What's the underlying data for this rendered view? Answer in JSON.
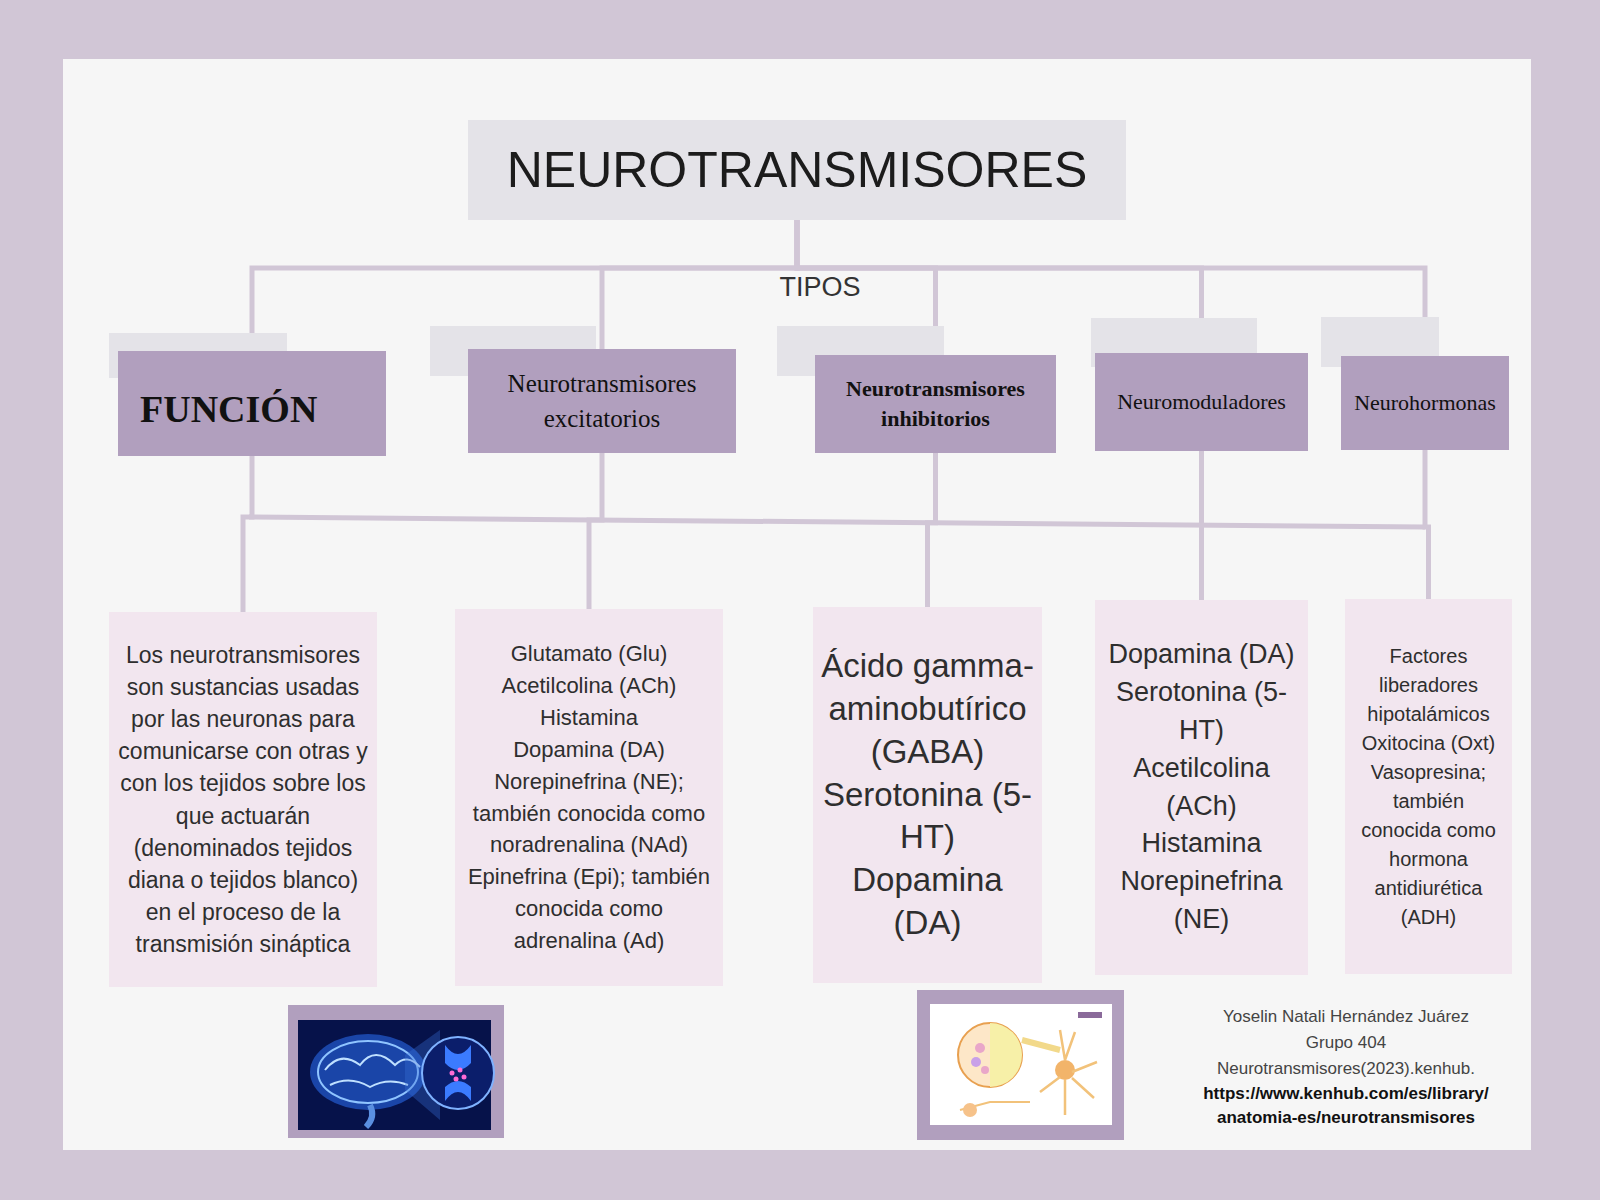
{
  "diagram": {
    "nodes": [
      {
        "text": [
          "NEUROTRANSMISORES"
        ]
      },
      {
        "text": [
          "FUNCIÓN"
        ]
      },
      {
        "text": [
          "Neurotransmisores excitatorios"
        ]
      },
      {
        "text": [
          "Neurotransmisores inhibitorios"
        ]
      },
      {
        "text": [
          "Neuromoduladores"
        ]
      },
      {
        "text": [
          "Neurohormonas"
        ]
      },
      {
        "text": [
          "Los neurotransmisores son sustancias usadas por las neuronas para comunicarse con otras y con los tejidos sobre los que actuarán (denominados tejidos diana o tejidos blanco) en el proceso de la transmisión sináptica"
        ]
      },
      {
        "text": [
          "Glutamato (Glu)",
          "Acetilcolina (ACh)",
          "Histamina",
          "Dopamina (DA)",
          "Norepinefrina (NE); también conocida como noradrenalina (NAd)",
          "Epinefrina (Epi); también conocida como adrenalina (Ad)"
        ]
      },
      {
        "text": [
          "Ácido gamma-aminobutírico (GABA)",
          "Serotonina (5-HT)",
          "Dopamina (DA)"
        ]
      },
      {
        "text": [
          "Dopamina (DA)",
          "Serotonina (5-HT)",
          "Acetilcolina (ACh)",
          "Histamina",
          "Norepinefrina (NE)"
        ]
      },
      {
        "text": [
          "Factores liberadores hipotalámicos",
          "Oxitocina (Oxt)",
          "Vasopresina; también conocida como hormona antidiurética (ADH)"
        ]
      }
    ],
    "edges": [
      {
        "from": 0,
        "to": 1,
        "arrow": "none"
      },
      {
        "from": 0,
        "to": 2,
        "arrow": "none"
      },
      {
        "from": 0,
        "to": 3,
        "arrow": "none"
      },
      {
        "from": 0,
        "to": 4,
        "arrow": "none"
      },
      {
        "from": 0,
        "to": 5,
        "arrow": "none"
      },
      {
        "from": 1,
        "to": 6,
        "arrow": "none"
      },
      {
        "from": 2,
        "to": 7,
        "arrow": "none"
      },
      {
        "from": 3,
        "to": 8,
        "arrow": "none"
      },
      {
        "from": 4,
        "to": 9,
        "arrow": "none"
      },
      {
        "from": 5,
        "to": 10,
        "arrow": "none"
      }
    ],
    "labels": [
      "TIPOS",
      "Yoselin Natali Hernández Juárez",
      "Grupo 404",
      "Neurotransmisores(2023).kenhub.",
      "https://www.kenhub.com/es/library/ anatomia-es/neurotransmisores"
    ]
  }
}
